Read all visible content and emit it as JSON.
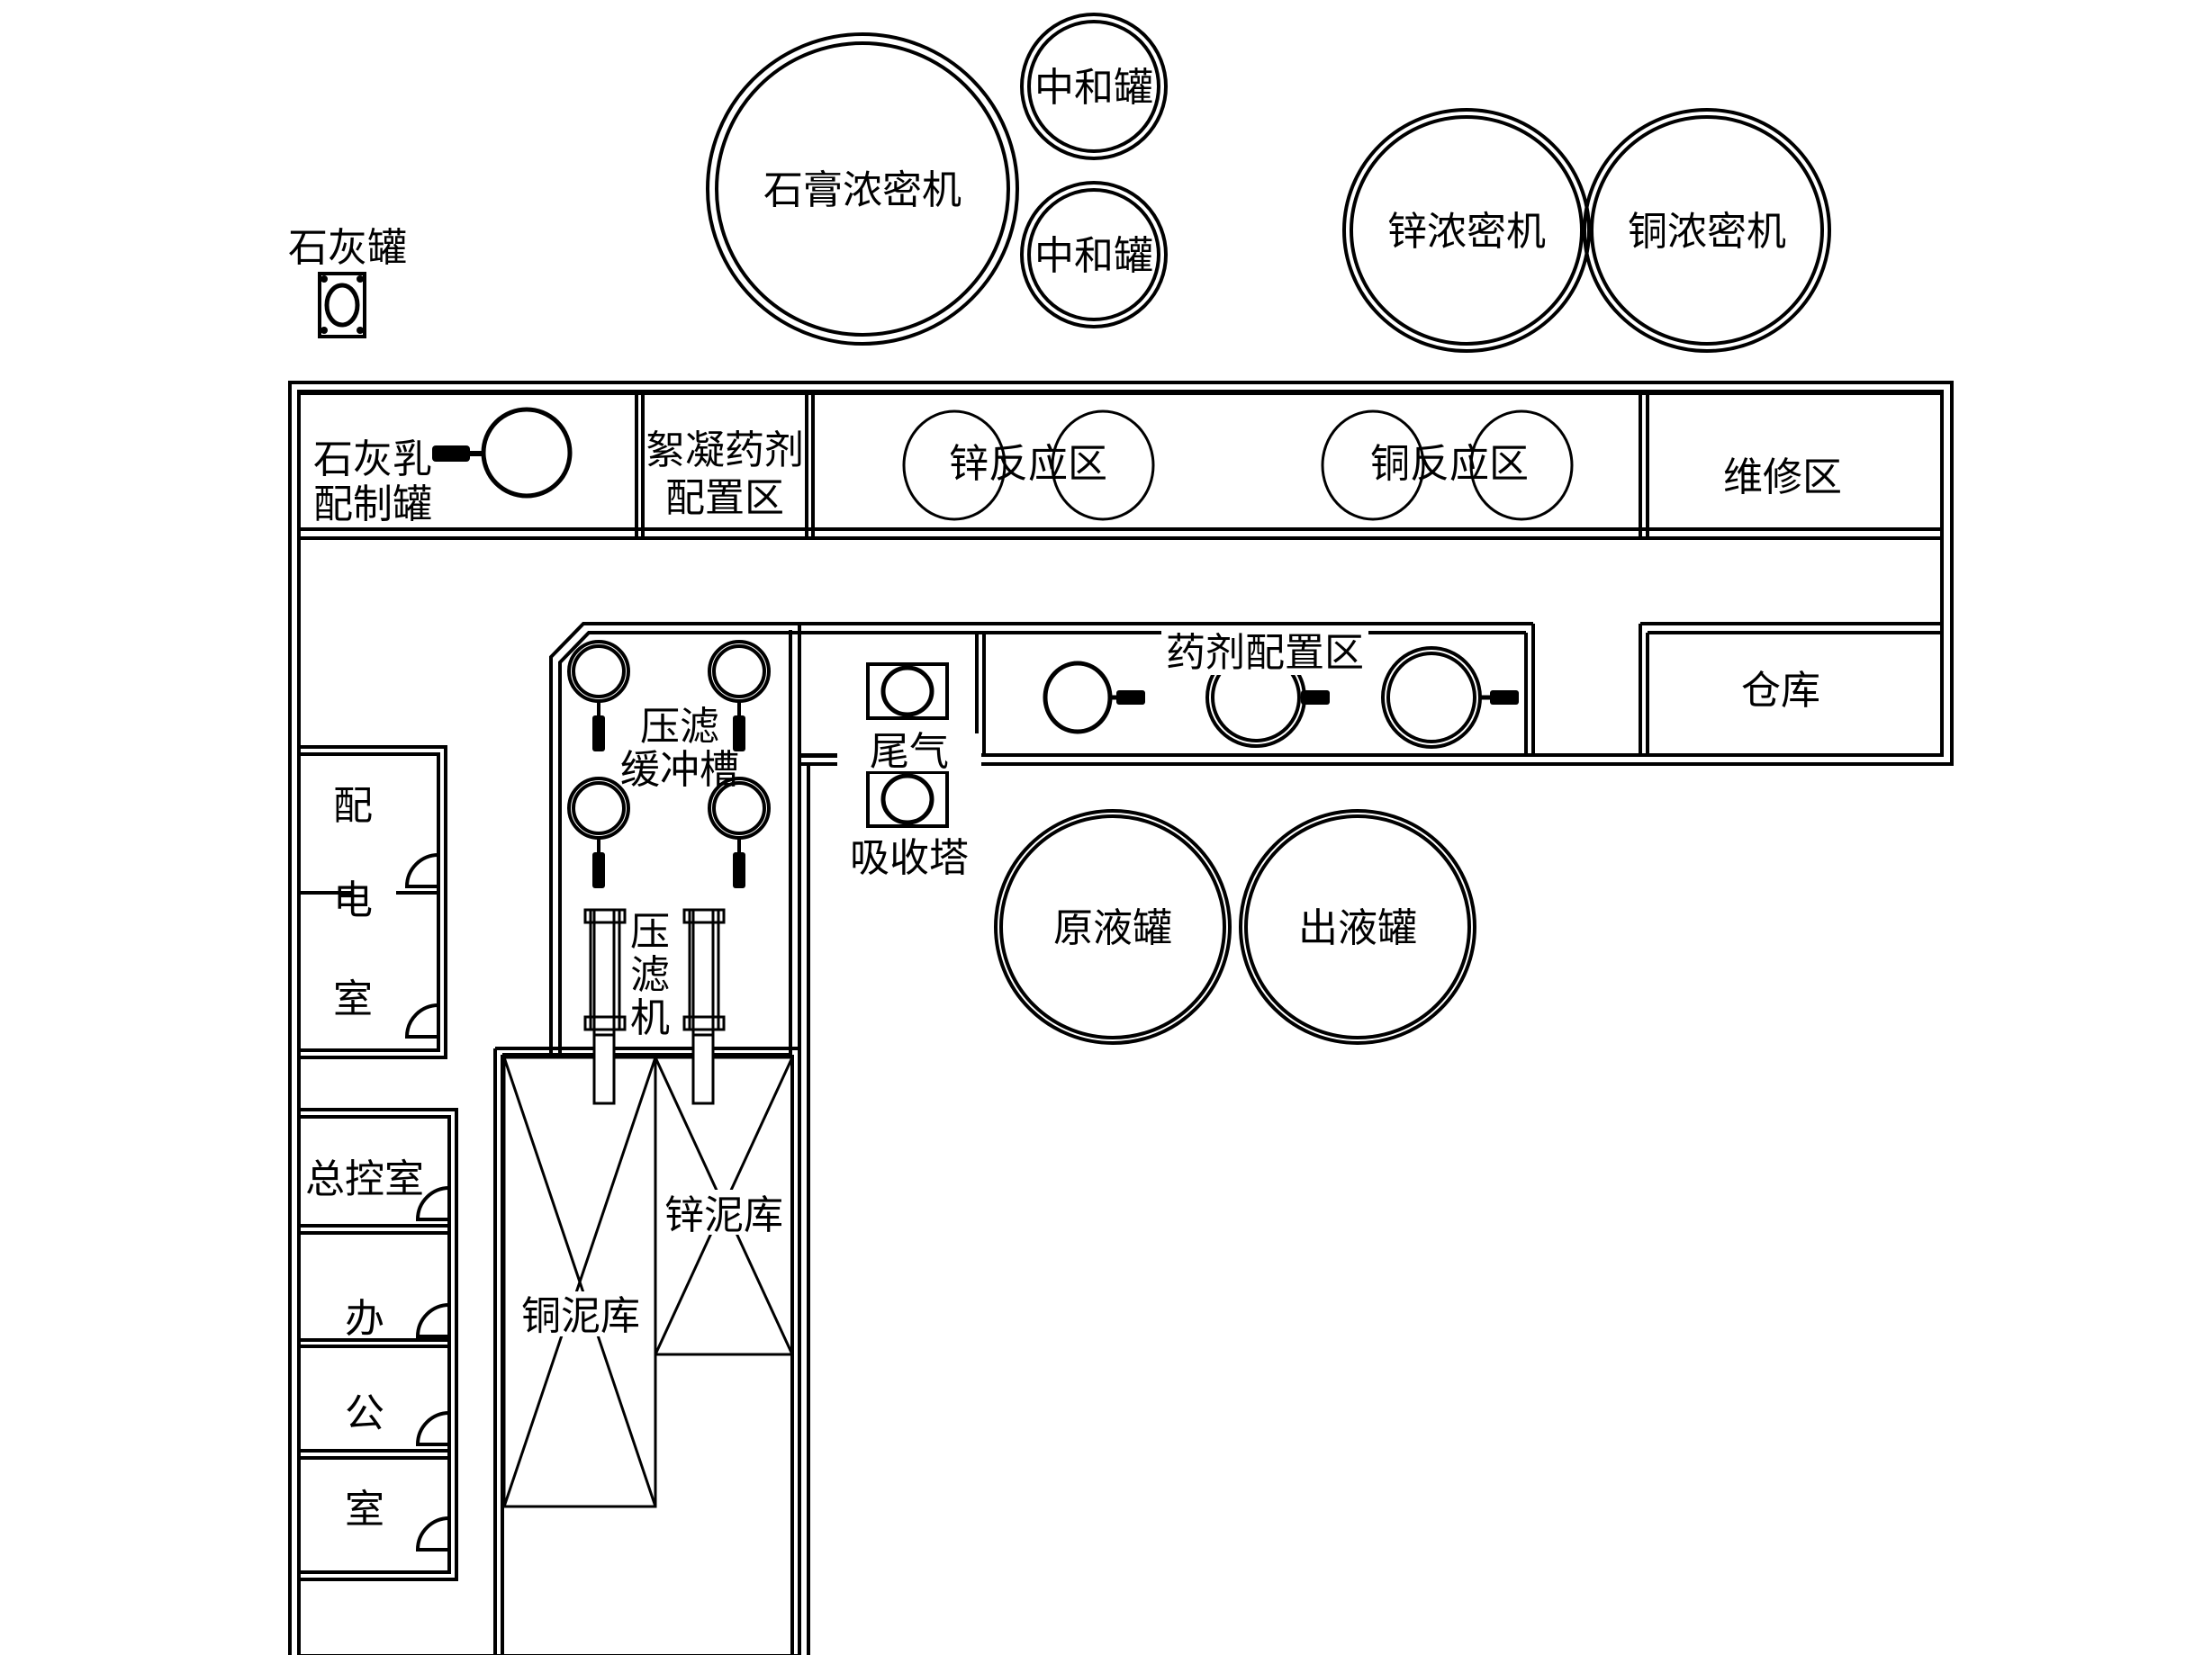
{
  "diagram": {
    "type": "factory floor plan",
    "line_color": "#000000",
    "background": "#ffffff"
  },
  "outdoor_equipment": {
    "lime_tank": "石灰罐",
    "gypsum_thickener": "石膏浓密机",
    "neutralization_tank_1": "中和罐",
    "neutralization_tank_2": "中和罐",
    "zinc_thickener": "锌浓密机",
    "copper_thickener": "铜浓密机",
    "raw_liquid_tank": "原液罐",
    "outlet_liquid_tank": "出液罐",
    "exhaust_absorber": {
      "line1": "尾气",
      "line2": "吸收塔"
    }
  },
  "rooms": {
    "lime_milk_prep": {
      "line1": "石灰乳",
      "line2": "配制罐"
    },
    "flocculant_prep": {
      "line1": "絮凝药剂",
      "line2": "配置区"
    },
    "zinc_reaction": "锌反应区",
    "copper_reaction": "铜反应区",
    "maintenance": "维修区",
    "reagent_prep": "药剂配置区",
    "warehouse": "仓库",
    "filter_buffer": {
      "line1": "压滤",
      "line2": "缓冲槽"
    },
    "filter_press": [
      "压",
      "滤",
      "机"
    ],
    "power_room": [
      "配",
      "电",
      "室"
    ],
    "control_room": "总控室",
    "office": [
      "办",
      "公",
      "室"
    ],
    "copper_sludge": "铜泥库",
    "zinc_sludge": "锌泥库"
  }
}
